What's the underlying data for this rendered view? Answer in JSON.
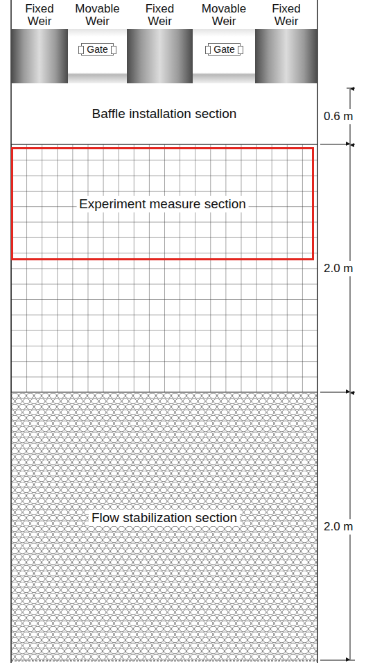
{
  "diagram": {
    "nodes": [
      {
        "text": [
          "Fixed Weir"
        ]
      },
      {
        "text": [
          "Movable Weir"
        ]
      },
      {
        "text": [
          "Gate"
        ],
        "in": 1
      },
      {
        "text": [
          "Fixed Weir"
        ]
      },
      {
        "text": [
          "Movable Weir"
        ]
      },
      {
        "text": [
          "Gate"
        ],
        "in": 4
      },
      {
        "text": [
          "Fixed Weir"
        ]
      },
      {
        "text": [
          "Baffle installation section"
        ]
      },
      {
        "text": [
          "Experiment measure section"
        ]
      },
      {
        "text": [
          "Flow stabilization section"
        ]
      }
    ],
    "labels": [
      "0.6 m",
      "2.0 m",
      "2.0 m"
    ]
  }
}
